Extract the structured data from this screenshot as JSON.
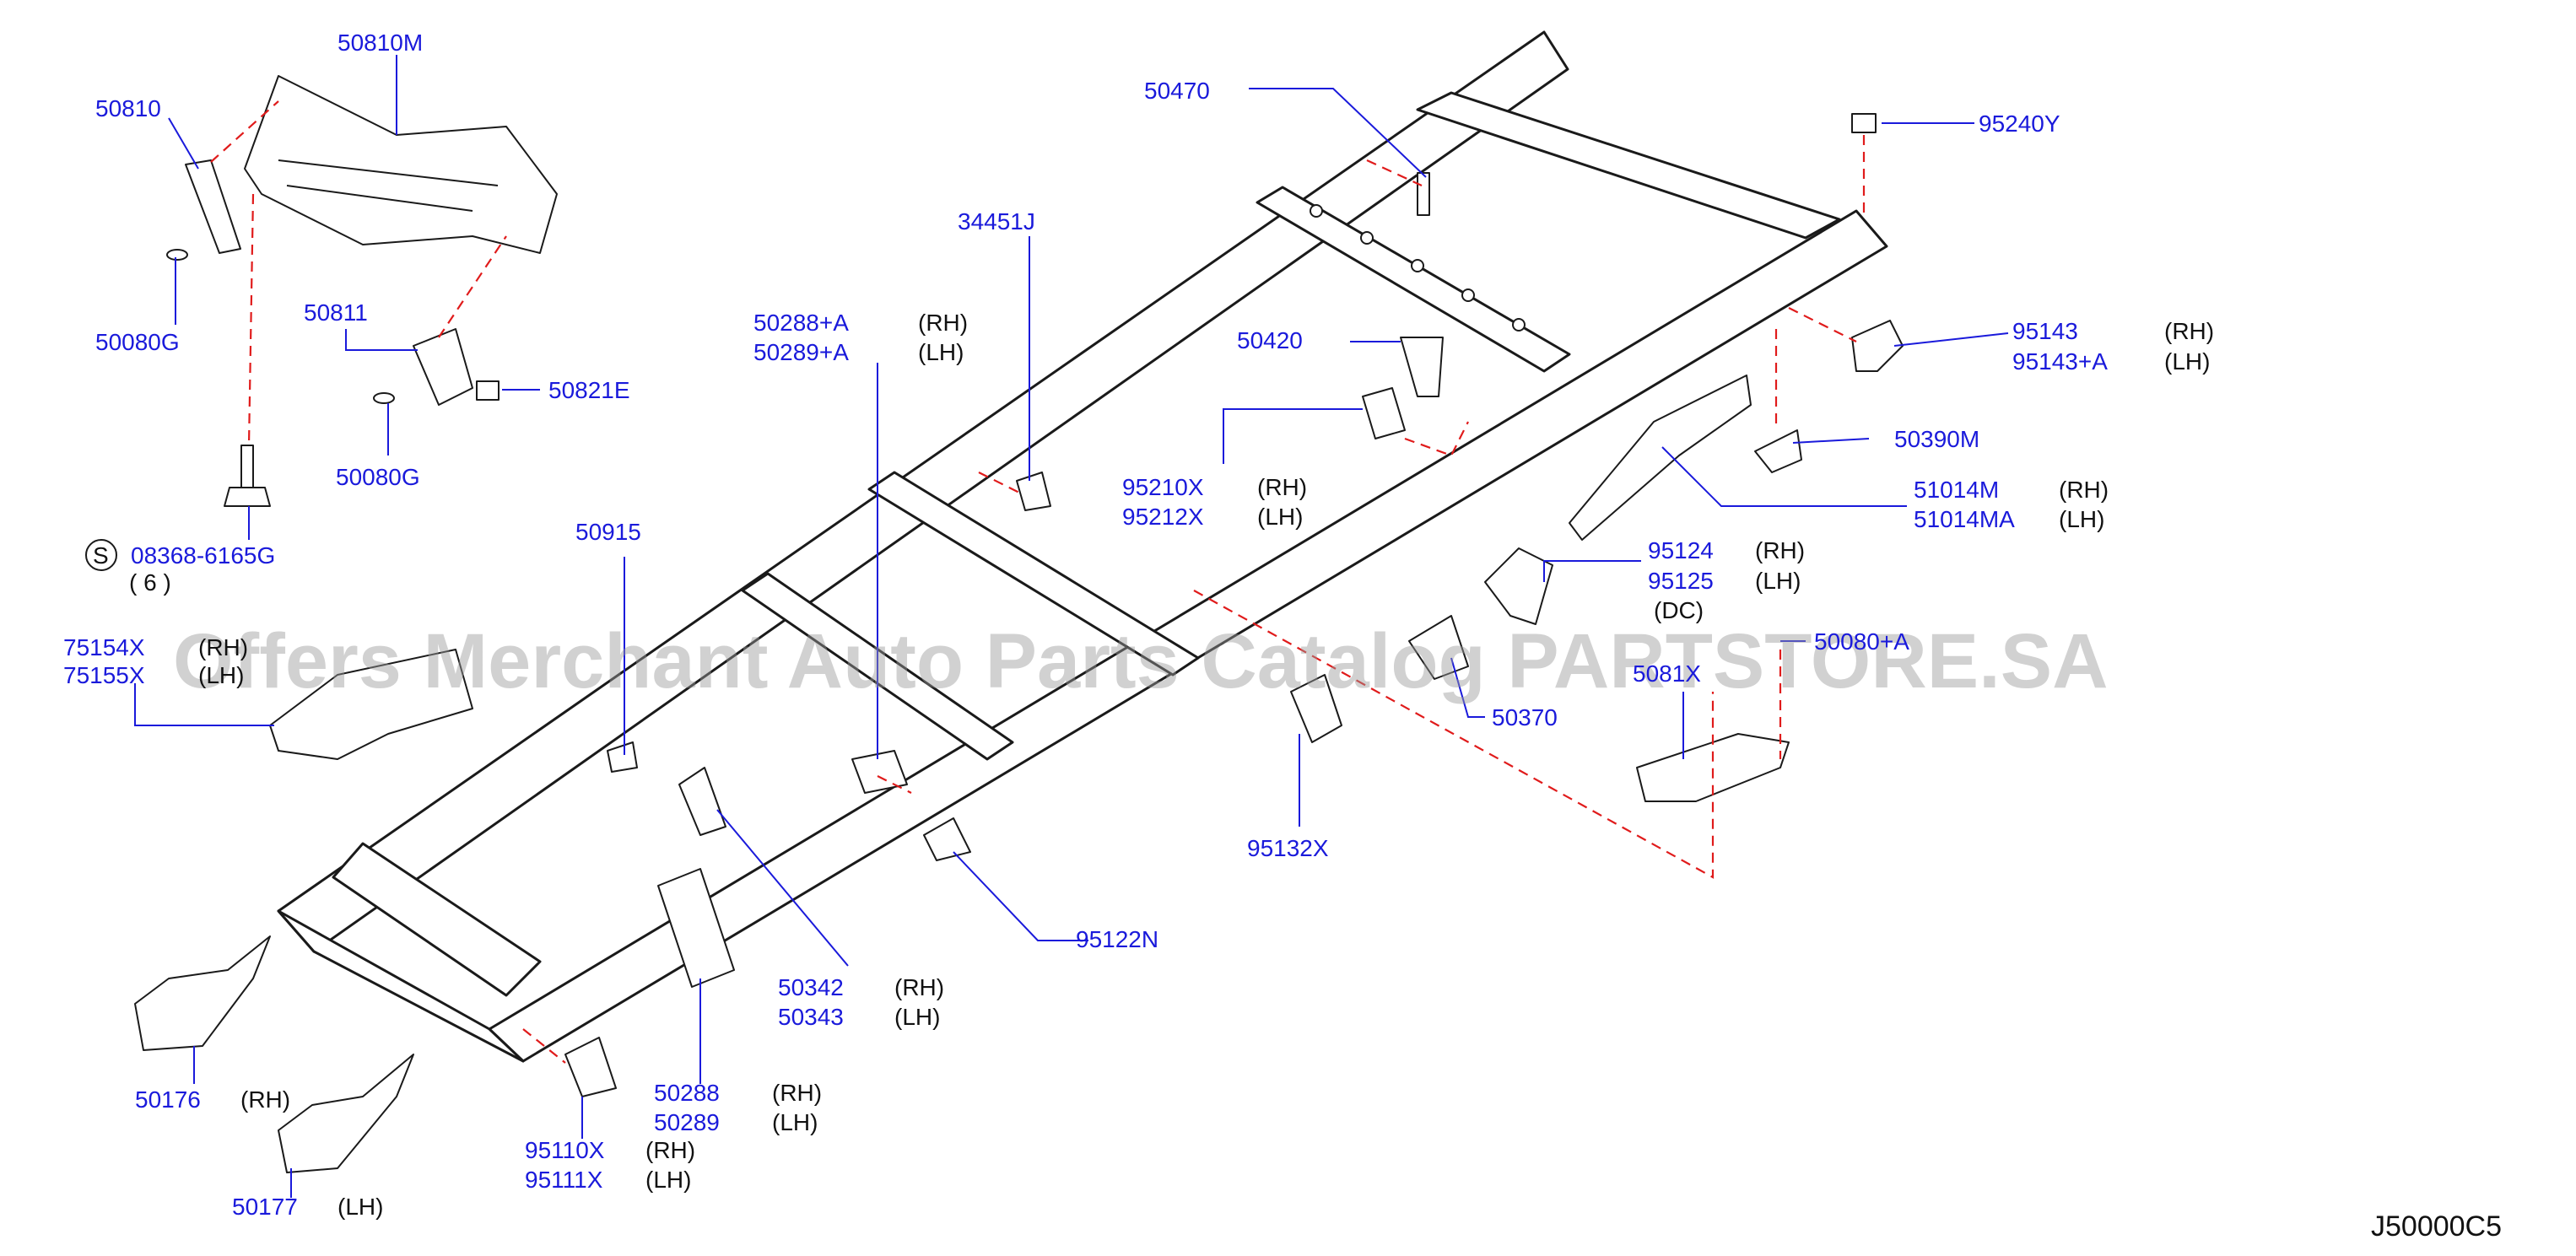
{
  "diagram_code": "J50000C5",
  "watermark": "Offers Merchant Auto Parts Catalog PARTSTORE.SA",
  "colors": {
    "part_label": "#1a1adb",
    "leader_dash": "#e01b1b",
    "line_art": "#1a1a1a"
  },
  "callouts": [
    {
      "id": "c-50810m",
      "part": "50810M",
      "side": ""
    },
    {
      "id": "c-50810",
      "part": "50810",
      "side": ""
    },
    {
      "id": "c-50080g-top",
      "part": "50080G",
      "side": ""
    },
    {
      "id": "c-50811",
      "part": "50811",
      "side": ""
    },
    {
      "id": "c-50821e",
      "part": "50821E",
      "side": ""
    },
    {
      "id": "c-50080g-mid",
      "part": "50080G",
      "side": ""
    },
    {
      "id": "c-08368",
      "part": "08368-6165G",
      "side": "",
      "symbol": "S",
      "qty": "( 6 )"
    },
    {
      "id": "c-50915",
      "part": "50915",
      "side": ""
    },
    {
      "id": "c-75154x",
      "part": "75154X",
      "side": "(RH)"
    },
    {
      "id": "c-75155x",
      "part": "75155X",
      "side": "(LH)"
    },
    {
      "id": "c-50176",
      "part": "50176",
      "side": "(RH)"
    },
    {
      "id": "c-50177",
      "part": "50177",
      "side": "(LH)"
    },
    {
      "id": "c-34451j",
      "part": "34451J",
      "side": ""
    },
    {
      "id": "c-50288a",
      "part": "50288+A",
      "side": "(RH)"
    },
    {
      "id": "c-50289a",
      "part": "50289+A",
      "side": "(LH)"
    },
    {
      "id": "c-50470",
      "part": "50470",
      "side": ""
    },
    {
      "id": "c-50420",
      "part": "50420",
      "side": ""
    },
    {
      "id": "c-95210x",
      "part": "95210X",
      "side": "(RH)"
    },
    {
      "id": "c-95212x",
      "part": "95212X",
      "side": "(LH)"
    },
    {
      "id": "c-95240y",
      "part": "95240Y",
      "side": ""
    },
    {
      "id": "c-95143",
      "part": "95143",
      "side": "(RH)"
    },
    {
      "id": "c-95143a",
      "part": "95143+A",
      "side": "(LH)"
    },
    {
      "id": "c-50390m",
      "part": "50390M",
      "side": ""
    },
    {
      "id": "c-51014m",
      "part": "51014M",
      "side": "(RH)"
    },
    {
      "id": "c-51014ma",
      "part": "51014MA",
      "side": "(LH)"
    },
    {
      "id": "c-95124",
      "part": "95124",
      "side": "(RH)"
    },
    {
      "id": "c-95125",
      "part": "95125",
      "side": "(LH)"
    },
    {
      "id": "c-dc",
      "part": "",
      "side": "(DC)"
    },
    {
      "id": "c-50080a",
      "part": "50080+A",
      "side": ""
    },
    {
      "id": "c-5081x",
      "part": "5081X",
      "side": ""
    },
    {
      "id": "c-50370",
      "part": "50370",
      "side": ""
    },
    {
      "id": "c-95132x",
      "part": "95132X",
      "side": ""
    },
    {
      "id": "c-95122n",
      "part": "95122N",
      "side": ""
    },
    {
      "id": "c-50342",
      "part": "50342",
      "side": "(RH)"
    },
    {
      "id": "c-50343",
      "part": "50343",
      "side": "(LH)"
    },
    {
      "id": "c-50288",
      "part": "50288",
      "side": "(RH)"
    },
    {
      "id": "c-50289",
      "part": "50289",
      "side": "(LH)"
    },
    {
      "id": "c-95110x",
      "part": "95110X",
      "side": "(RH)"
    },
    {
      "id": "c-95111x",
      "part": "95111X",
      "side": "(LH)"
    }
  ]
}
